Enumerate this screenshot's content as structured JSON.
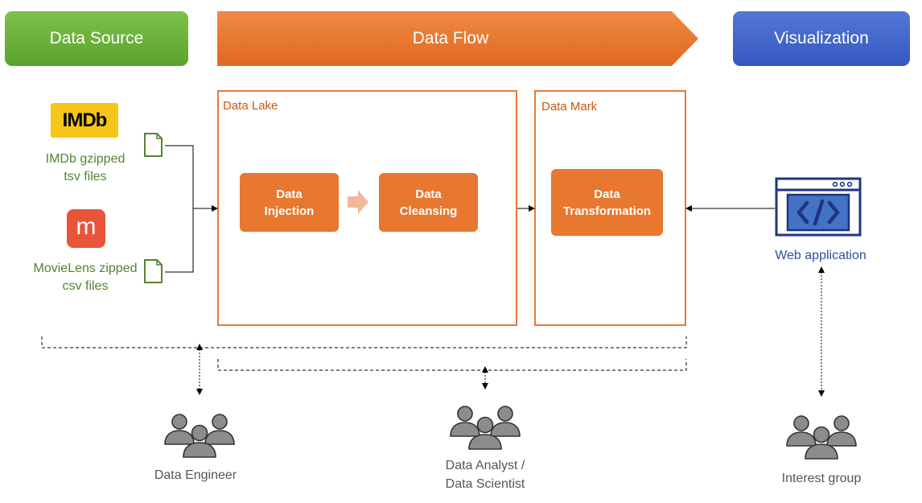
{
  "headers": {
    "source": "Data Source",
    "flow": "Data Flow",
    "visualization": "Visualization"
  },
  "sources": {
    "imdb_logo": "IMDb",
    "imdb_label": "IMDb gzipped\ntsv files",
    "movielens_logo": "m",
    "movielens_label": "MovieLens zipped\ncsv files"
  },
  "data_lake": {
    "title": "Data Lake",
    "injection": "Data\nInjection",
    "cleansing": "Data\nCleansing"
  },
  "data_mark": {
    "title": "Data Mark",
    "transformation": "Data\nTransformation"
  },
  "web": {
    "label": "Web application"
  },
  "roles": {
    "engineer": "Data Engineer",
    "analyst": "Data Analyst /\nData Scientist",
    "interest": "Interest group"
  },
  "colors": {
    "source_green": "#70ad47",
    "flow_orange": "#ed7d31",
    "viz_blue": "#4472c4",
    "frame_orange": "#e07a38",
    "people_gray": "#8c8c8c"
  }
}
